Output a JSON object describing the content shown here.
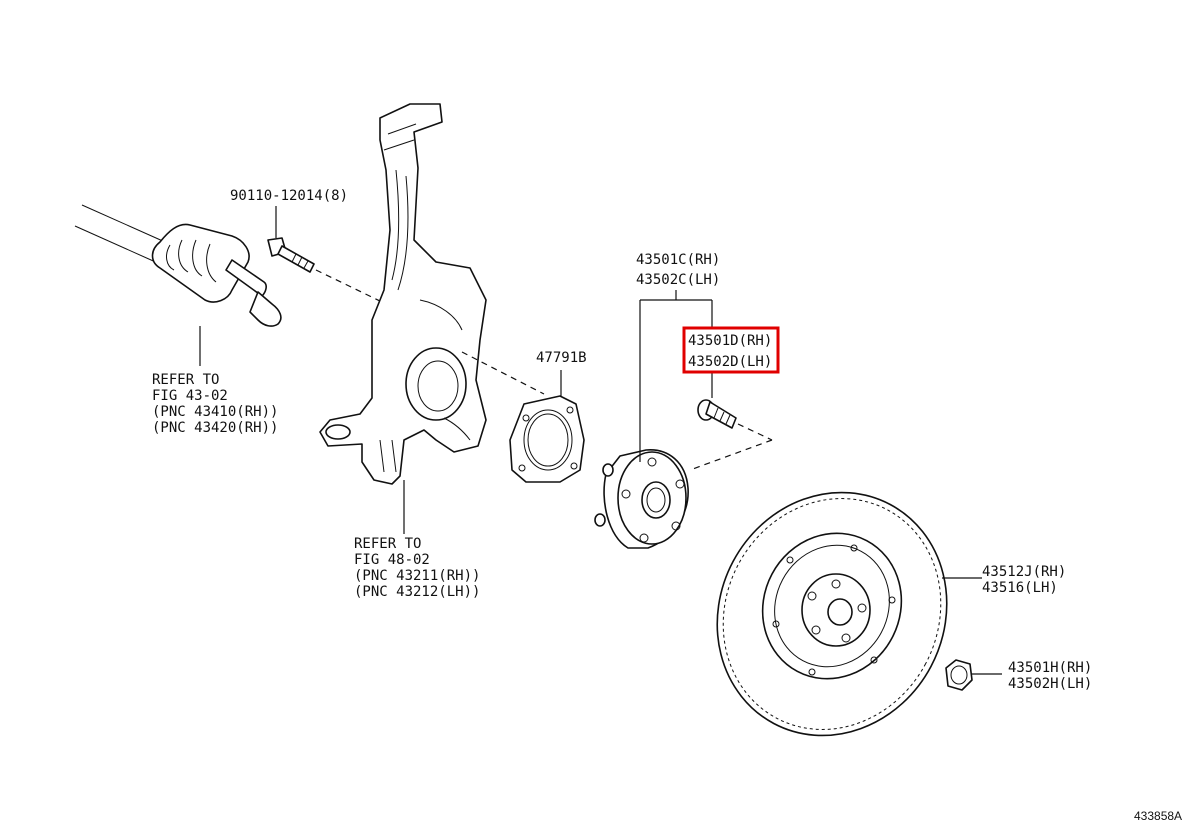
{
  "labels": {
    "bolt": "90110-12014(8)",
    "driveshaft_ref": [
      "REFER TO",
      "FIG 43-02",
      "(PNC 43410(RH))",
      "(PNC 43420(RH))"
    ],
    "knuckle_ref": [
      "REFER TO",
      "FIG 48-02",
      "(PNC 43211(RH))",
      "(PNC 43212(LH))"
    ],
    "dust_cover": "47791B",
    "hub_assy": [
      "43501C(RH)",
      "43502C(LH)"
    ],
    "hub_bolt": [
      "43501D(RH)",
      "43502D(LH)"
    ],
    "disc": [
      "43512J(RH)",
      "43516(LH)"
    ],
    "nut": [
      "43501H(RH)",
      "43502H(LH)"
    ],
    "figure_id": "433858A"
  },
  "colors": {
    "highlight": "#e00000",
    "line": "#111111"
  }
}
